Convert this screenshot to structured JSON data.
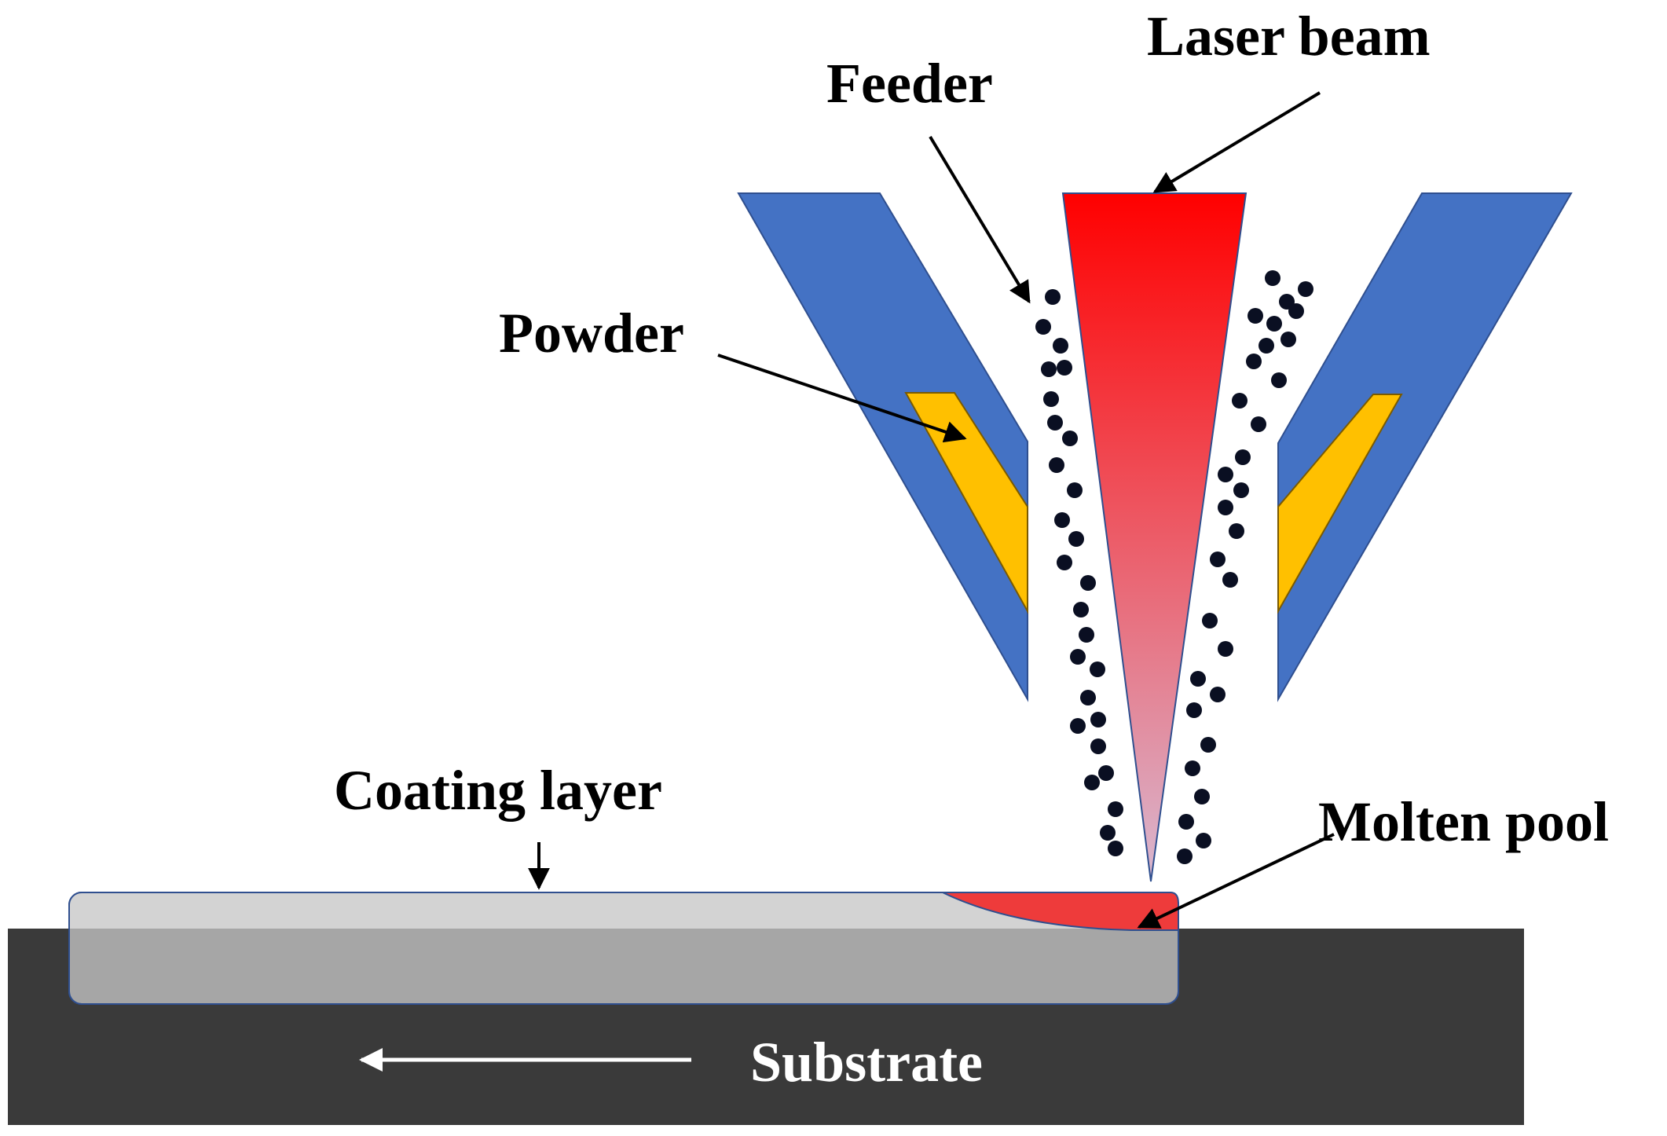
{
  "labels": {
    "laser_beam": "Laser beam",
    "feeder": "Feeder",
    "powder": "Powder",
    "coating_layer": "Coating layer",
    "molten_pool": "Molten pool",
    "substrate": "Substrate"
  },
  "colors": {
    "nozzle_blue": "#4472C4",
    "powder_channel_yellow": "#FFC000",
    "laser_top_red": "#FF0000",
    "laser_tip_lilac": "#D9B8D0",
    "molten_pool_red": "#EE3B3B",
    "coating_top_gray": "#D3D3D3",
    "coating_body_gray": "#A6A6A6",
    "substrate_dark": "#3A3A3A",
    "particle_black": "#0A0F22"
  }
}
